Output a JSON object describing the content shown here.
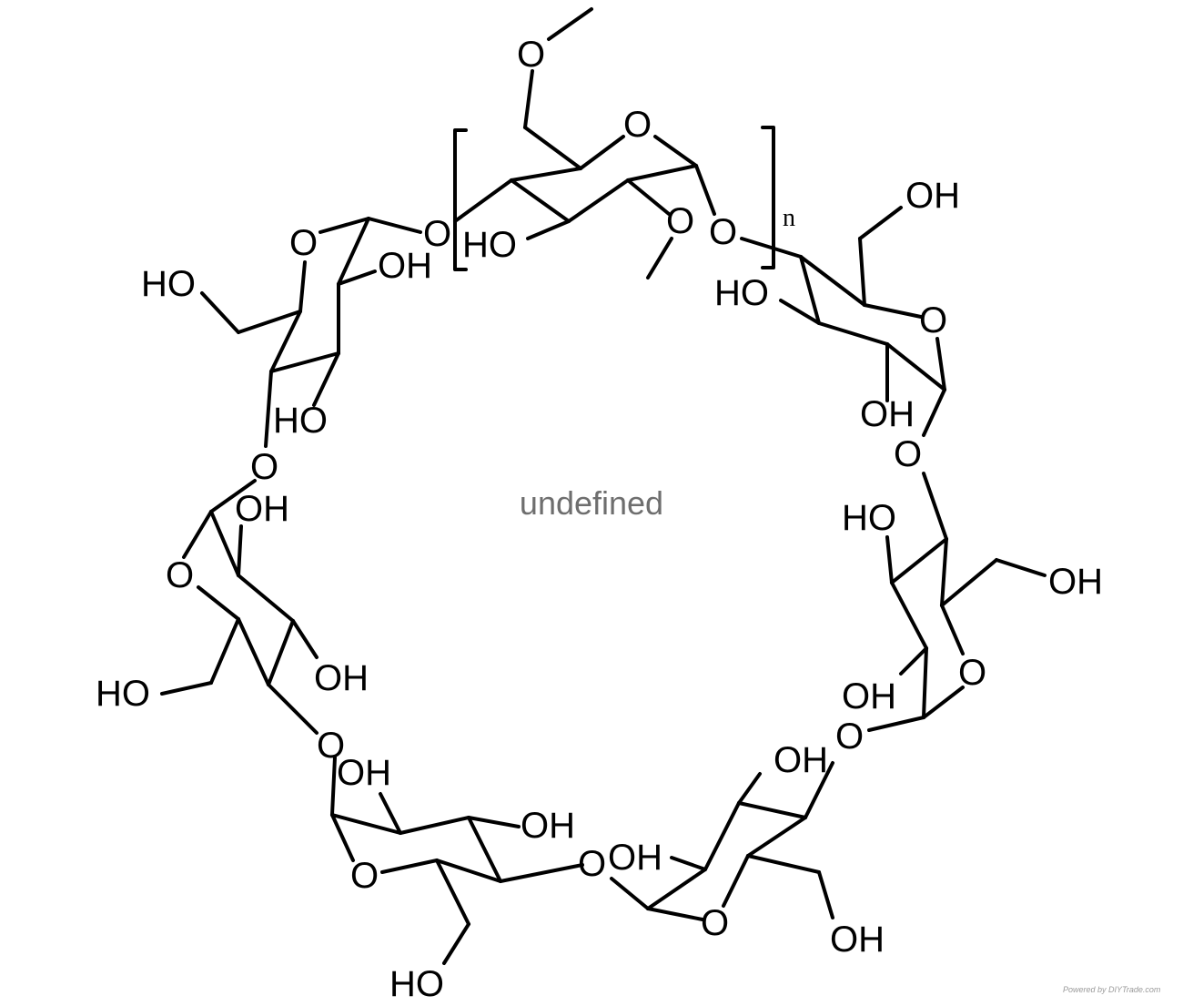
{
  "molecule": {
    "center_caption": "undefined",
    "repeat_subscript": "n",
    "labels": {
      "ring_oxygen": "O",
      "methoxy_oxygen": "O",
      "linking_oxygen": "O",
      "hydroxyl_left": "HO",
      "hydroxyl_right": "OH"
    }
  },
  "watermark": "Powered by DIYTrade.com",
  "colors": {
    "bonds": "#000000",
    "atoms": "#000000",
    "caption": "#6e6e6e",
    "watermark": "#9a9a9a"
  }
}
